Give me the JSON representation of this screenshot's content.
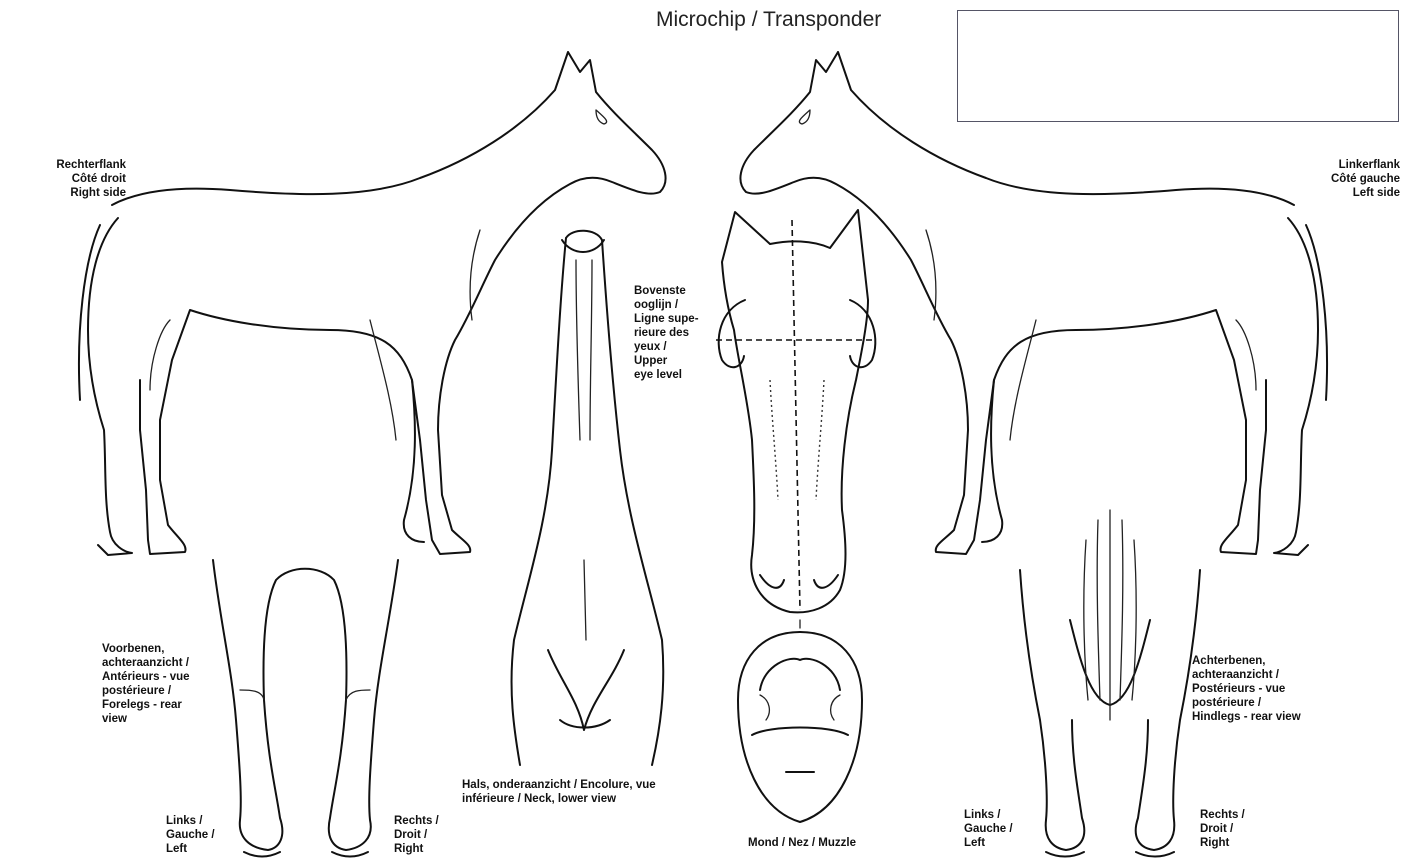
{
  "header": {
    "title": "Microchip / Transponder",
    "chip_value": ""
  },
  "labels": {
    "right_side": "Rechterflank\nCôté droit\nRight side",
    "left_side": "Linkerflank\nCôté gauche\nLeft side",
    "eye_level": "Bovenste\nooglijn /\nLigne supe-\nrieure des\nyeux /\nUpper\neye level",
    "forelegs": "Voorbenen,\nachteraanzicht /\nAntérieurs - vue\npostérieure /\nForelegs - rear\nview",
    "hindlegs": "Achterbenen,\nachteraanzicht /\nPostérieurs - vue\npostérieure /\nHindlegs - rear view",
    "neck": "Hals, onderaanzicht / Encolure, vue\ninférieure / Neck, lower view",
    "muzzle": "Mond / Nez / Muzzle",
    "fore_left": "Links /\nGauche /\nLeft",
    "fore_right": "Rechts /\nDroit /\nRight",
    "hind_left": "Links /\nGauche /\nLeft",
    "hind_right": "Rechts /\nDroit /\nRight"
  }
}
